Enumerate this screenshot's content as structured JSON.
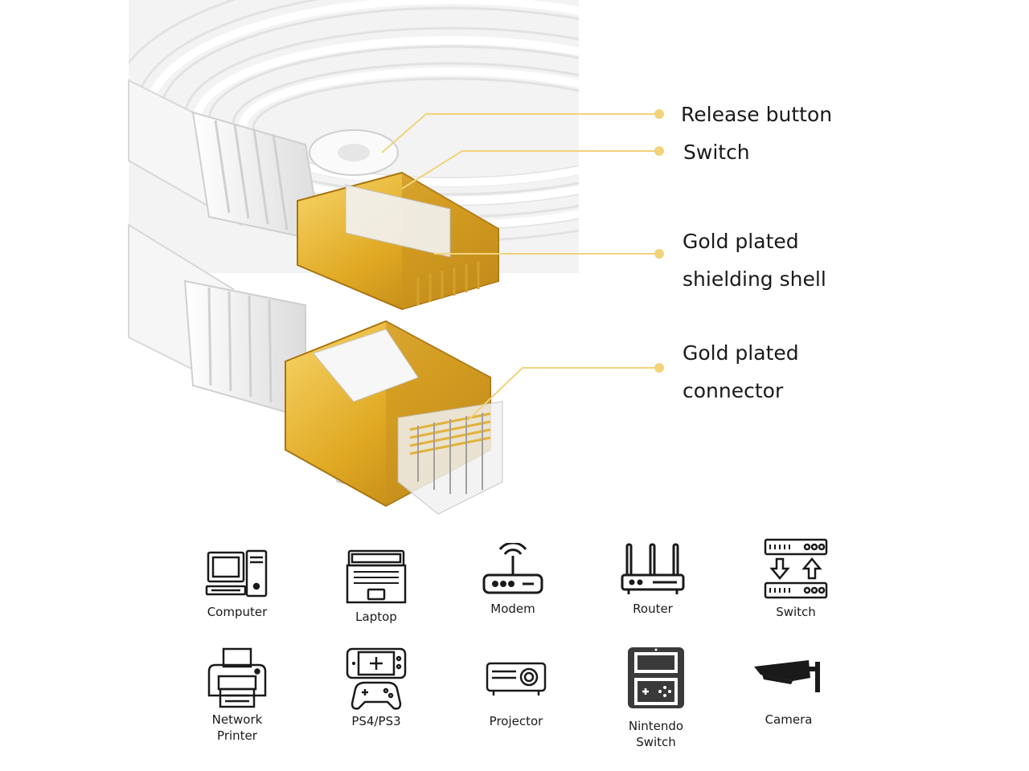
{
  "callouts": [
    {
      "label": "Release button"
    },
    {
      "label": "Switch"
    },
    {
      "label": "Gold plated\nshielding shell"
    },
    {
      "label": "Gold plated\nconnector"
    }
  ],
  "devices": [
    {
      "label": "Computer",
      "icon": "computer-icon"
    },
    {
      "label": "Laptop",
      "icon": "laptop-icon"
    },
    {
      "label": "Modem",
      "icon": "modem-icon"
    },
    {
      "label": "Router",
      "icon": "router-icon"
    },
    {
      "label": "Switch",
      "icon": "network-switch-icon"
    },
    {
      "label": "Network\nPrinter",
      "icon": "printer-icon"
    },
    {
      "label": "PS4/PS3",
      "icon": "game-console-icon"
    },
    {
      "label": "Projector",
      "icon": "projector-icon"
    },
    {
      "label": "Nintendo\nSwitch",
      "icon": "handheld-console-icon"
    },
    {
      "label": "Camera",
      "icon": "security-camera-icon"
    }
  ],
  "colors": {
    "leader_line": "#f2d37a",
    "gold": "#e6b52c",
    "gold_dark": "#b9861a",
    "cable": "#f4f4f4",
    "icon": "#1a1a1a"
  }
}
